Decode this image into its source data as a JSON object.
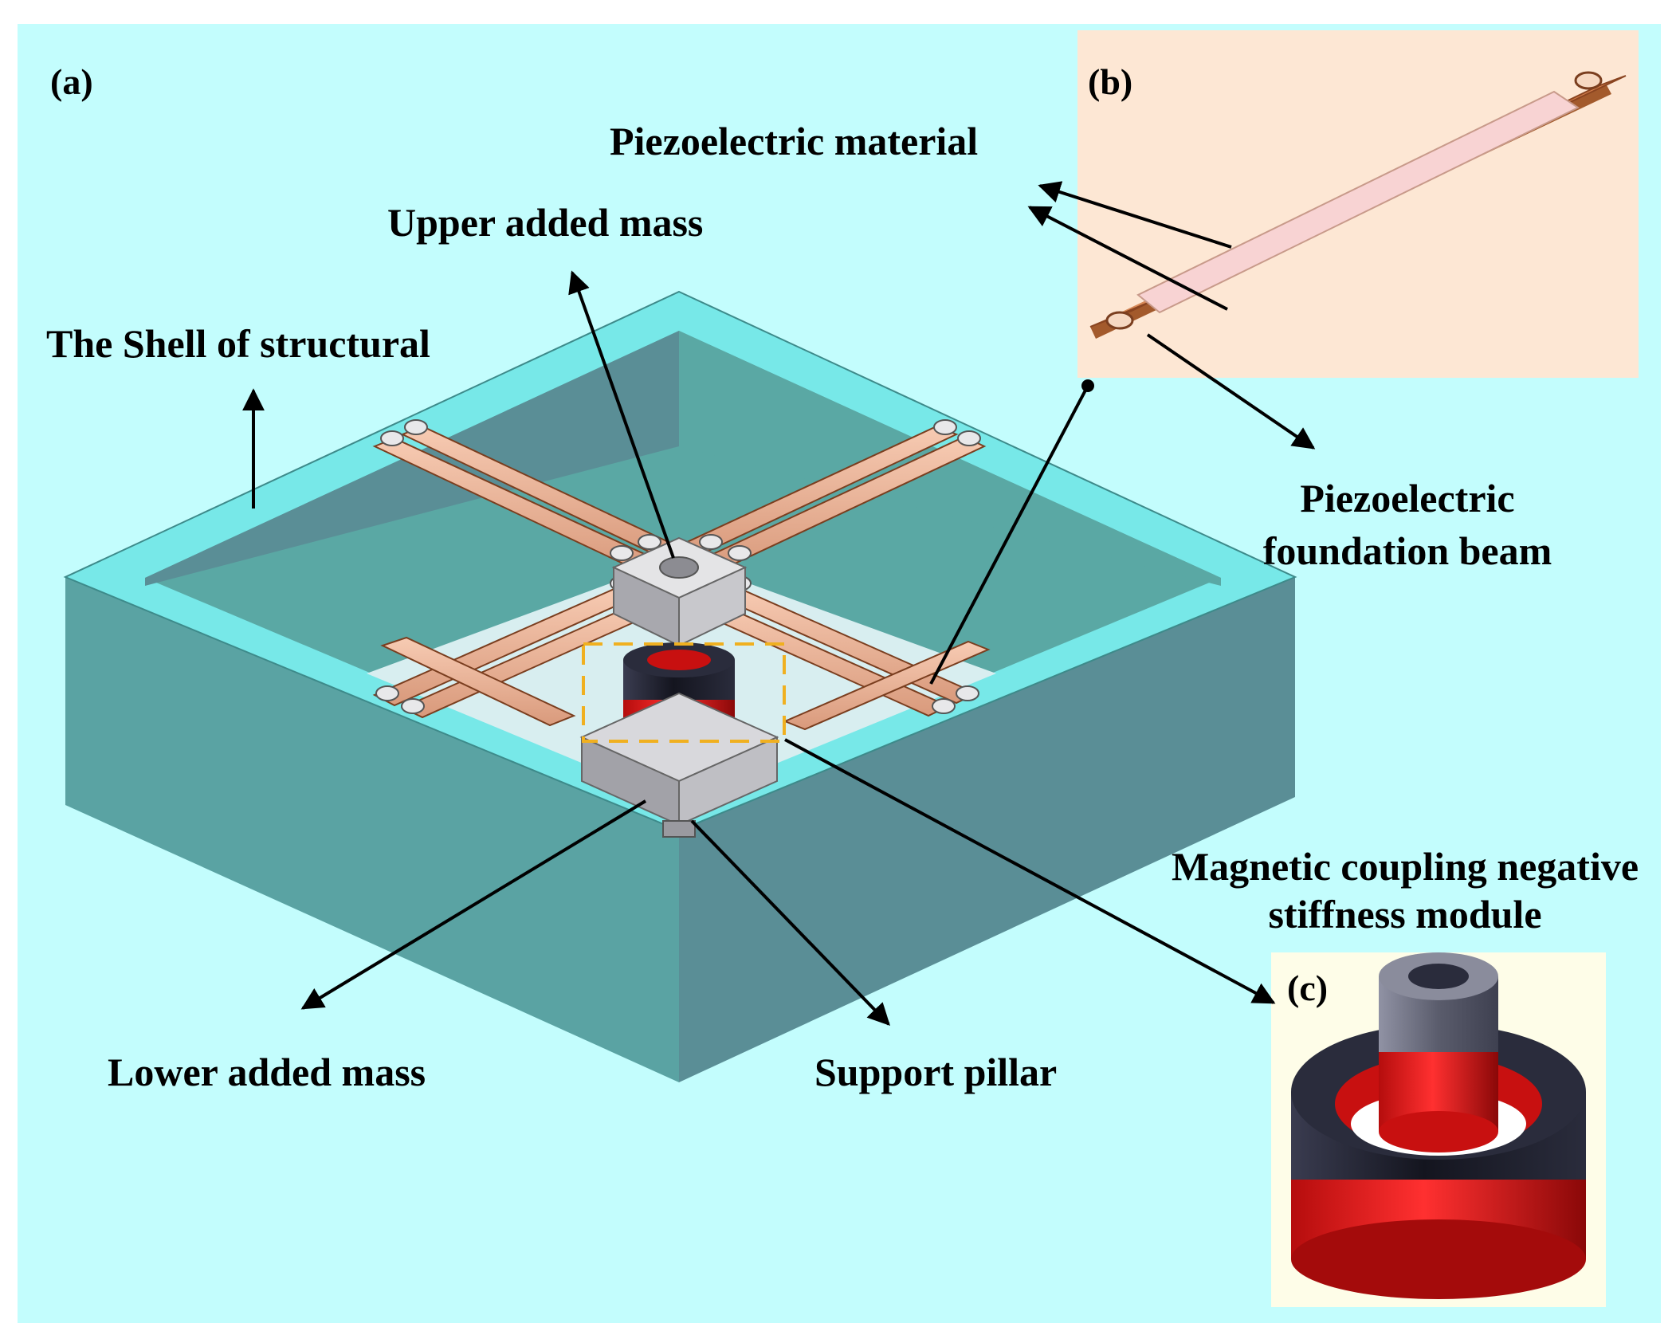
{
  "panels": {
    "a": "(a)",
    "b": "(b)",
    "c": "(c)"
  },
  "labels": {
    "shell": "The Shell of structural",
    "upper_mass": "Upper added mass",
    "piezo_material": "Piezoelectric material",
    "foundation_beam_line1": "Piezoelectric",
    "foundation_beam_line2": "foundation beam",
    "magnetic_line1": "Magnetic coupling negative",
    "magnetic_line2": "stiffness module",
    "lower_mass": "Lower added mass",
    "support_pillar": "Support pillar"
  },
  "colors": {
    "background": "#c3fdfd",
    "shell_top": "#77e8e8",
    "shell_side_left": "#5fa9a9",
    "shell_side_right": "#5a8e96",
    "copper": "#f0b79a",
    "magnet_red": "#e01818",
    "magnet_black": "#1e2030",
    "highlight_box": "#f0b020",
    "panel_b_bg": "#fde7d4",
    "panel_c_bg": "#fefde8"
  }
}
